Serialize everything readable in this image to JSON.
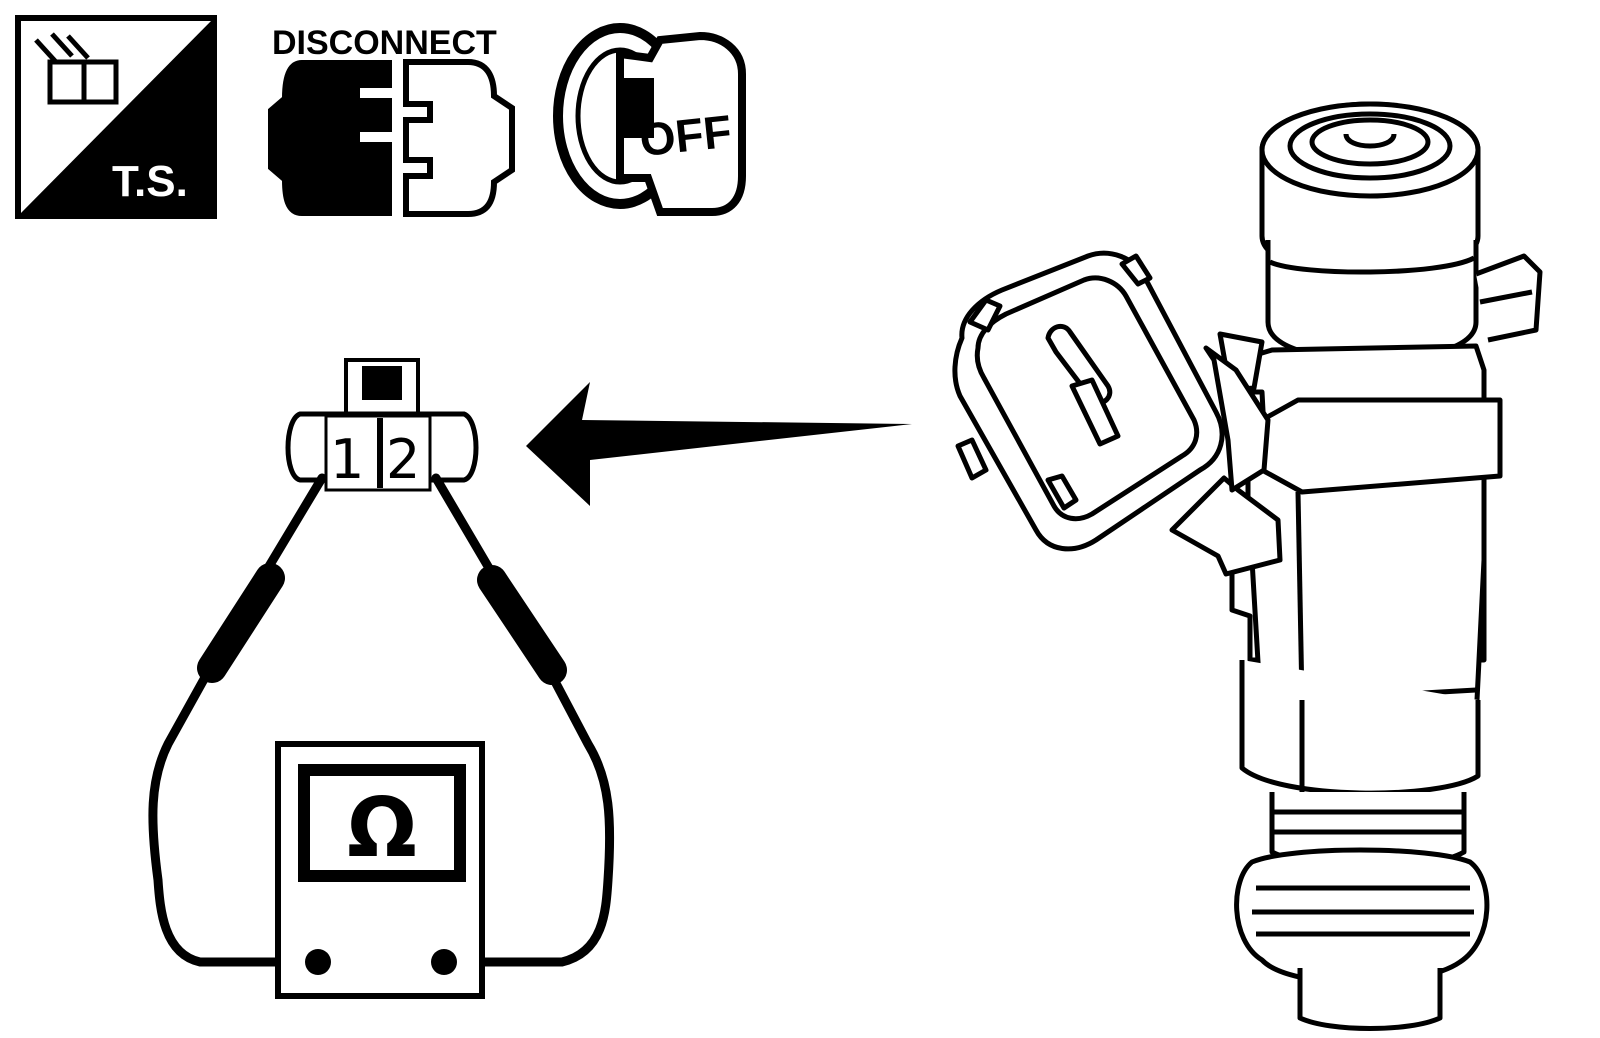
{
  "icons": {
    "ts": {
      "name": "test-service-icon",
      "label": "T.S."
    },
    "disconnect": {
      "name": "disconnect-connector-icon",
      "label": "DISCONNECT"
    },
    "ignition": {
      "name": "ignition-key-off-icon",
      "label": "OFF"
    }
  },
  "connector": {
    "pins": [
      "1",
      "2"
    ]
  },
  "ohmmeter": {
    "symbol": "Ω"
  },
  "colors": {
    "ink": "#000000",
    "paper": "#ffffff"
  }
}
